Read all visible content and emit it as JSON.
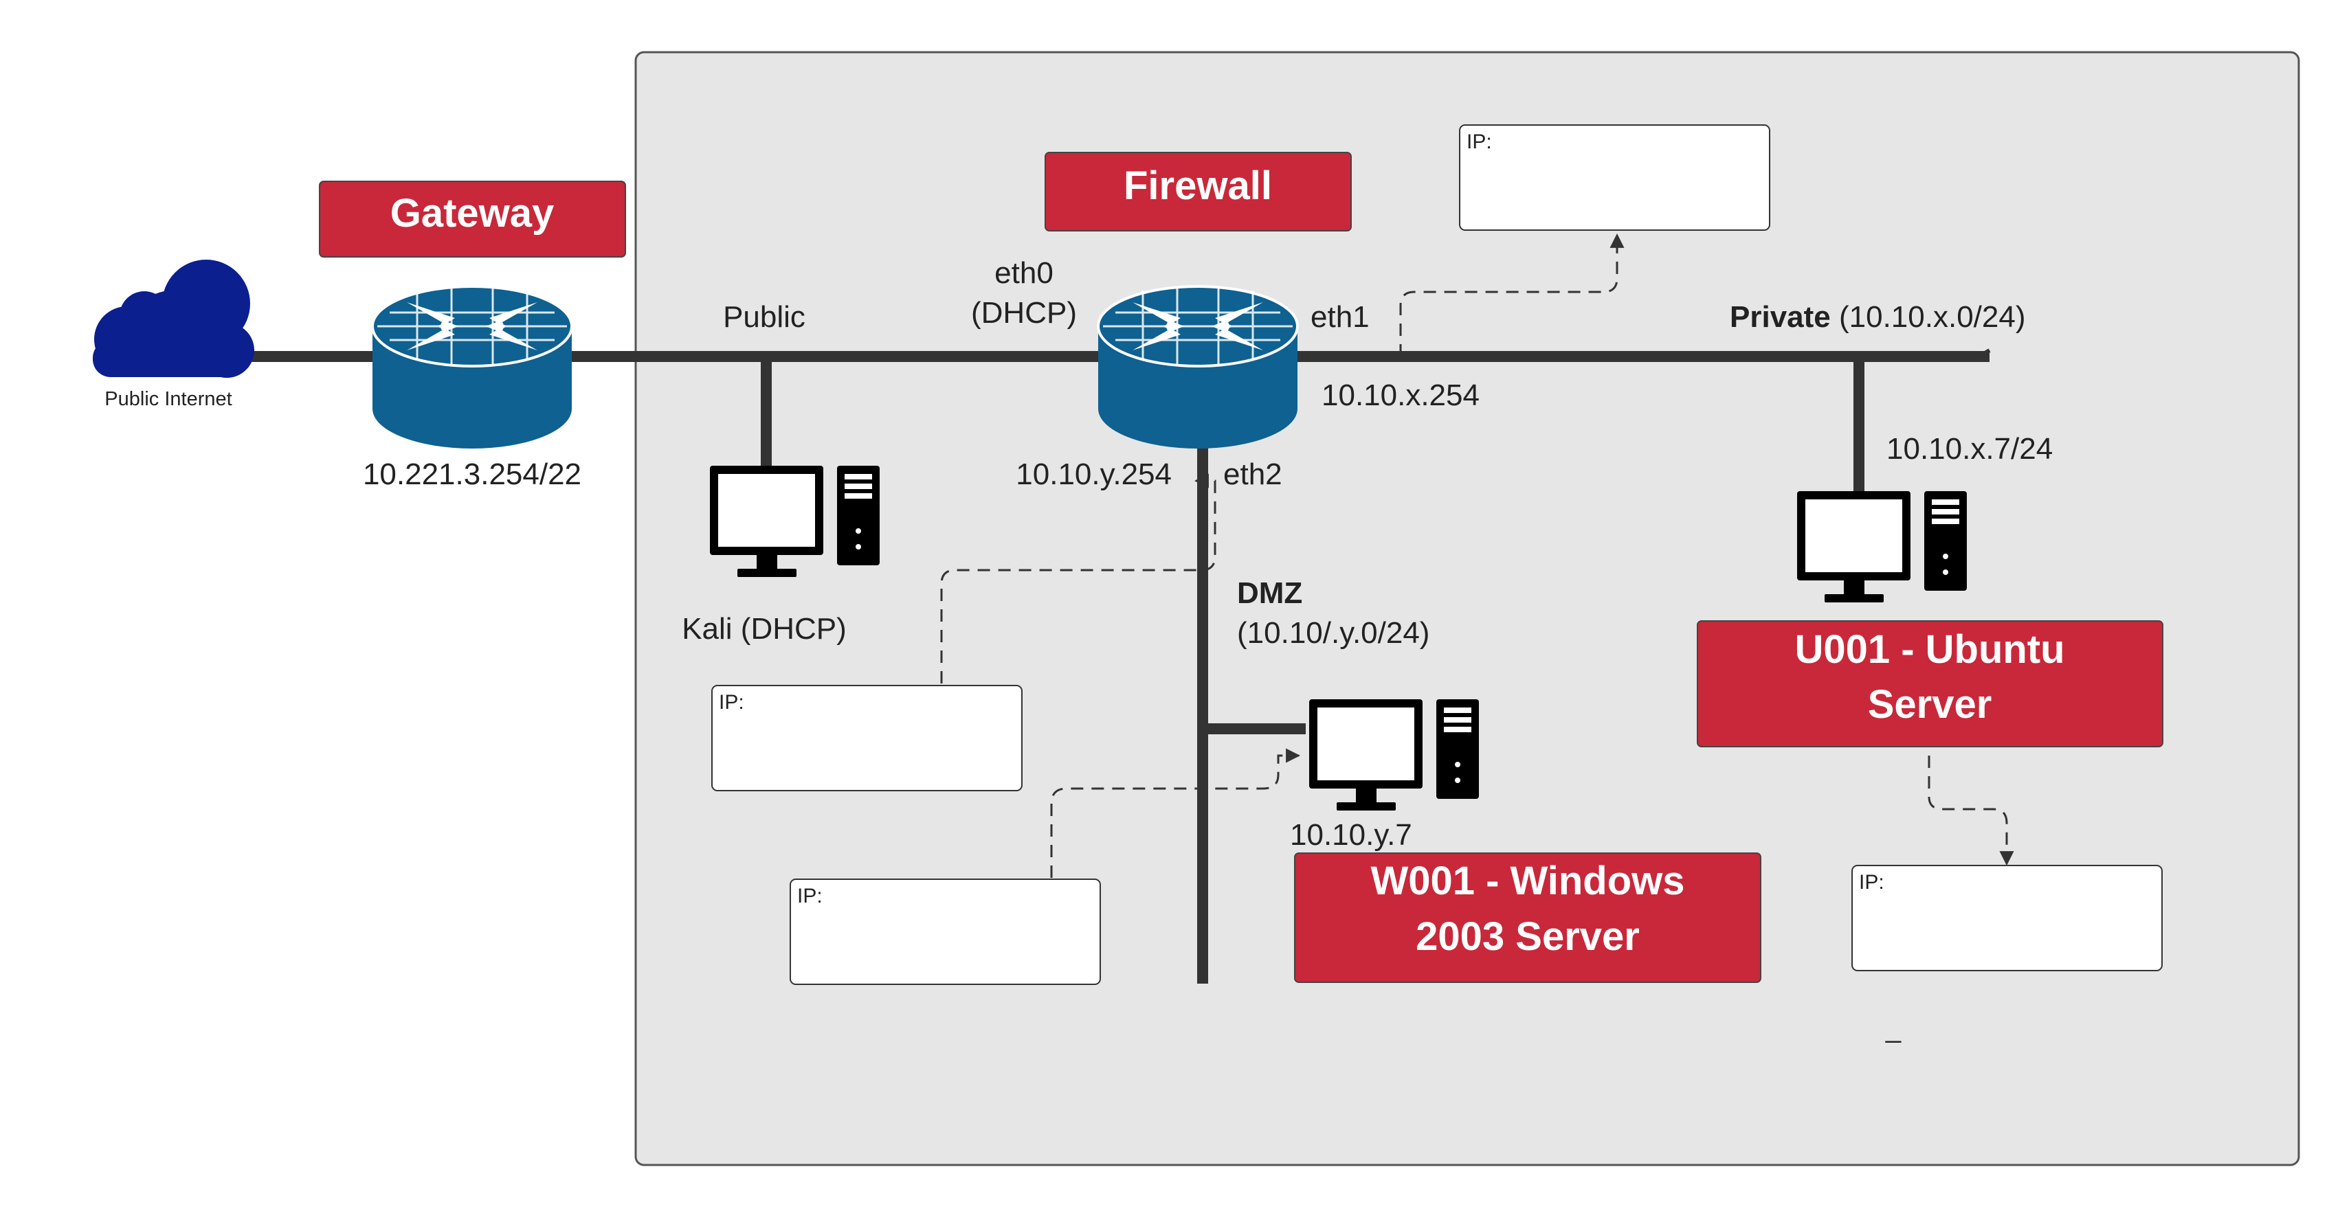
{
  "labels": {
    "public_internet": "Public Internet",
    "gateway": "Gateway",
    "gateway_ip": "10.221.3.254/22",
    "public": "Public",
    "eth0_line1": "eth0",
    "eth0_line2": "(DHCP)",
    "firewall": "Firewall",
    "eth1": "eth1",
    "eth1_ip": "10.10.x.254",
    "private_bold": "Private",
    "private_net": " (10.10.x.0/24)",
    "private_host_ip": "10.10.x.7/24",
    "eth2_ip": "10.10.y.254",
    "eth2": "eth2",
    "dmz_bold": "DMZ",
    "dmz_net": "(10.10/.y.0/24)",
    "kali": "Kali (DHCP)",
    "windows_ip": "10.10.y.7",
    "windows_line1": "W001 - Windows",
    "windows_line2": "2003 Server",
    "ubuntu_line1": "U001 - Ubuntu",
    "ubuntu_line2": "Server",
    "ip_box_label": "IP:",
    "stray_mark": "_"
  },
  "colors": {
    "tag_red": "#c8283a",
    "router_blue": "#0e6190",
    "cloud_blue": "#0b1f8f",
    "line_dark": "#333333",
    "zone_fill": "#e6e6e6"
  },
  "icons": [
    "cloud-icon",
    "router-icon",
    "desktop-computer-icon"
  ]
}
